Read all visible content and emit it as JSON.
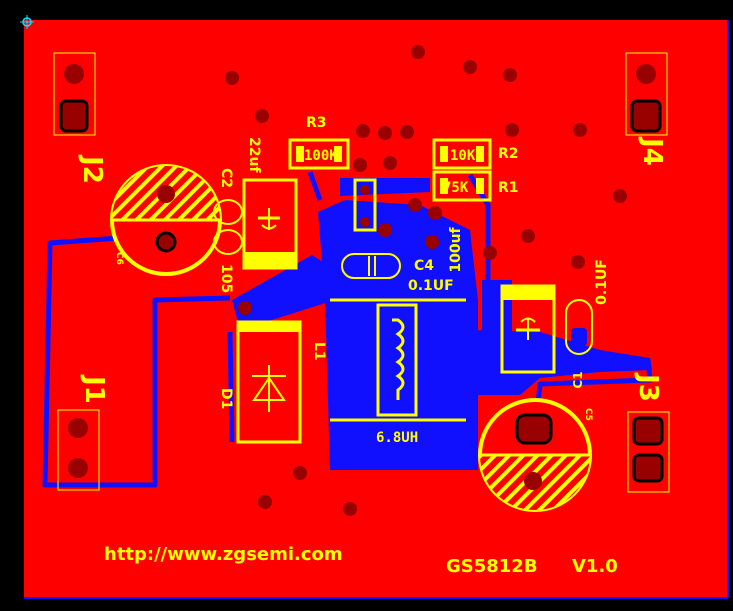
{
  "colors": {
    "background": "#000000",
    "copper_pour": "#FF0000",
    "bottom_copper": "#1010FF",
    "silkscreen": "#FFFF00",
    "via": "#990000",
    "origin_marker": "#00E5FF"
  },
  "connectors": {
    "j1": "J1",
    "j2": "J2",
    "j3": "J3",
    "j4": "J4"
  },
  "components": {
    "r3": {
      "ref": "R3",
      "value": "100K"
    },
    "r2": {
      "ref": "R2",
      "value": "10K"
    },
    "r1": {
      "ref": "R1",
      "value": "75K"
    },
    "c2": {
      "ref": "C2",
      "value": "22uf"
    },
    "c2b": {
      "value": "105"
    },
    "c6": {
      "ref": "C6"
    },
    "c4": {
      "ref": "C4",
      "value": "0.1UF"
    },
    "c_bulk": {
      "value": "100uf"
    },
    "c1": {
      "ref": "C1",
      "value": "0.1UF"
    },
    "c5": {
      "ref": "C5"
    },
    "l1": {
      "ref": "L1",
      "value": "6.8UH"
    },
    "d1": {
      "ref": "D1"
    }
  },
  "footer": {
    "url": "http://www.zgsemi.com",
    "part": "GS5812B",
    "version": "V1.0"
  }
}
